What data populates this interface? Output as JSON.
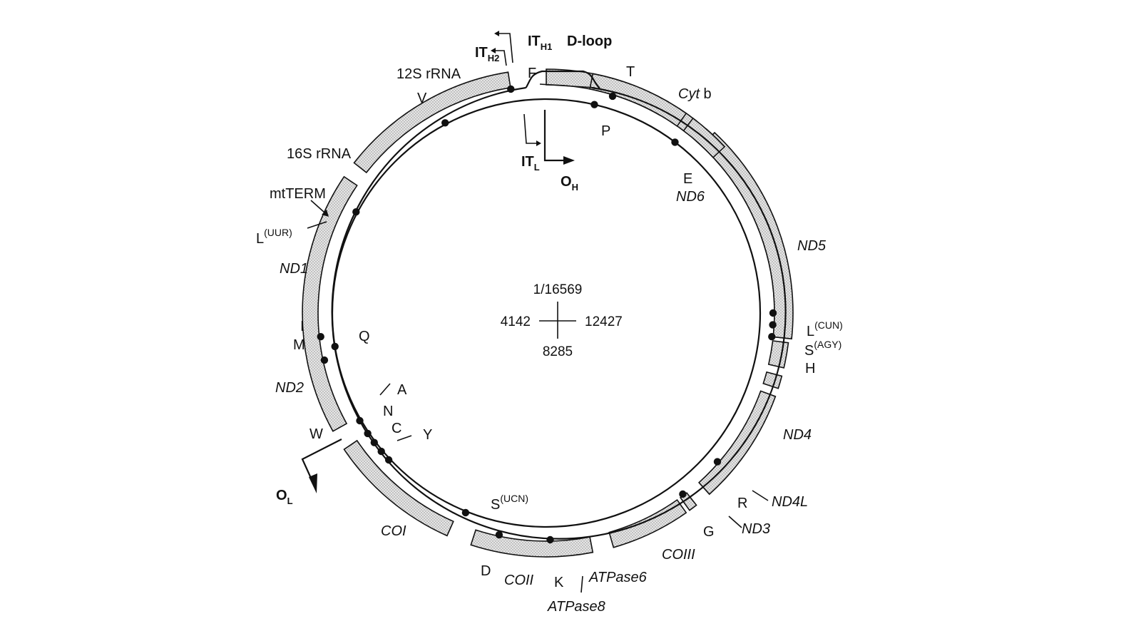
{
  "diagram": {
    "region_labels": {
      "d_loop": "D-loop",
      "it_h1": "IT",
      "it_h1_sub": "H1",
      "it_h2": "IT",
      "it_h2_sub": "H2",
      "it_l": "IT",
      "it_l_sub": "L",
      "o_h": "O",
      "o_h_sub": "H",
      "o_l": "O",
      "o_l_sub": "L",
      "mtterm": "mtTERM"
    },
    "gene_labels": {
      "rrna_12s": "12S rRNA",
      "rrna_16s": "16S rRNA",
      "cytb_a": "Cyt",
      "cytb_b": " b",
      "nd1": "ND1",
      "nd2": "ND2",
      "nd3": "ND3",
      "nd4": "ND4",
      "nd4l": "ND4L",
      "nd5": "ND5",
      "nd6": "ND6",
      "coi": "COI",
      "coii": "COII",
      "coiii": "COIII",
      "atpase6": "ATPase6",
      "atpase8": "ATPase8"
    },
    "trna_labels": {
      "F": "F",
      "V": "V",
      "T": "T",
      "P": "P",
      "E": "E",
      "L_uur": "L",
      "L_uur_sup": "(UUR)",
      "I": "I",
      "M": "M",
      "Q": "Q",
      "A": "A",
      "N": "N",
      "C": "C",
      "Y": "Y",
      "W": "W",
      "S_ucn": "S",
      "S_ucn_sup": "(UCN)",
      "D": "D",
      "K": "K",
      "G": "G",
      "R": "R",
      "L_cun": "L",
      "L_cun_sup": "(CUN)",
      "S_agy": "S",
      "S_agy_sup": "(AGY)",
      "H": "H"
    },
    "coordinates": {
      "top": "1/16569",
      "left": "4142",
      "right": "12427",
      "bottom": "8285"
    }
  }
}
